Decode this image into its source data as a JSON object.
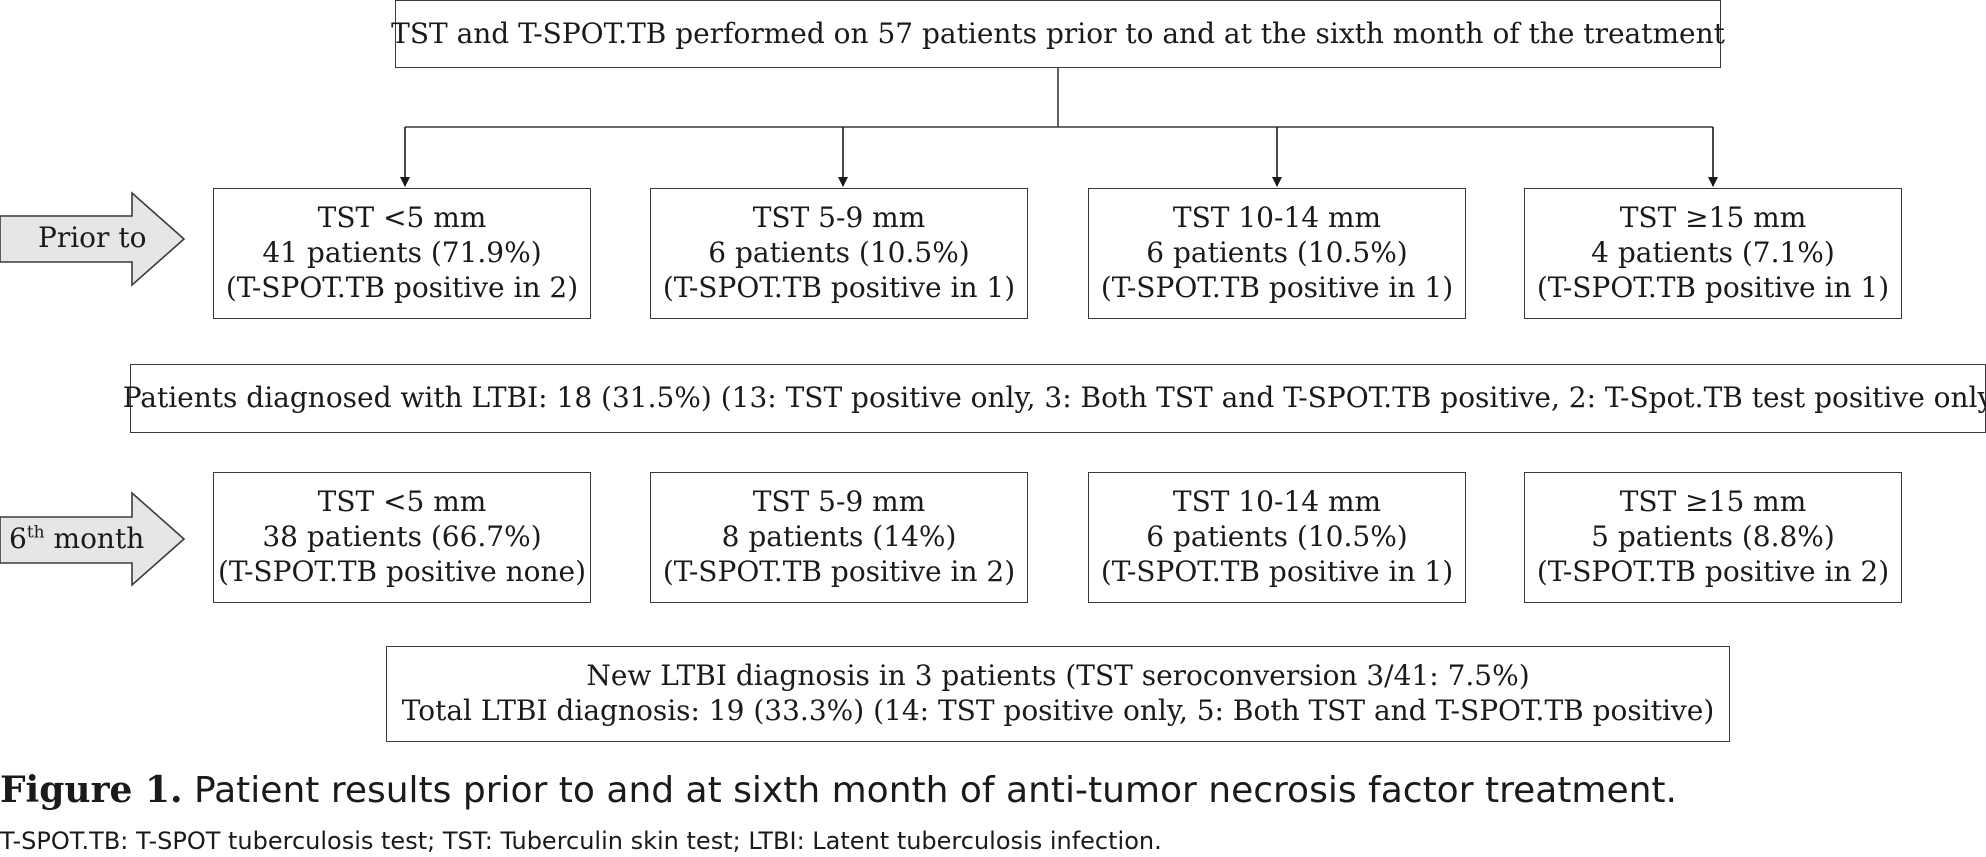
{
  "top_box": {
    "text": "TST and T-SPOT.TB performed on 57 patients prior to and at the sixth month of the treatment"
  },
  "prior_label": "Prior to",
  "sixth_label": {
    "ordinal": "6",
    "suffix": "th",
    "word": "month"
  },
  "prior_boxes": [
    {
      "range": "TST <5 mm",
      "patients": "41 patients (71.9%)",
      "tspot": "(T-SPOT.TB positive in 2)"
    },
    {
      "range": "TST 5-9 mm",
      "patients": "6 patients (10.5%)",
      "tspot": "(T-SPOT.TB positive in 1)"
    },
    {
      "range": "TST 10-14 mm",
      "patients": "6 patients (10.5%)",
      "tspot": "(T-SPOT.TB positive in 1)"
    },
    {
      "range": "TST ≥15 mm",
      "patients": "4 patients (7.1%)",
      "tspot": "(T-SPOT.TB positive in 1)"
    }
  ],
  "ltbi_box": {
    "text": "Patients diagnosed with LTBI: 18 (31.5%) (13: TST positive only, 3: Both TST and T-SPOT.TB positive, 2: T-Spot.TB test positive only"
  },
  "sixth_boxes": [
    {
      "range": "TST <5 mm",
      "patients": "38 patients (66.7%)",
      "tspot": "(T-SPOT.TB positive none)"
    },
    {
      "range": "TST 5-9 mm",
      "patients": "8 patients (14%)",
      "tspot": "(T-SPOT.TB positive in 2)"
    },
    {
      "range": "TST 10-14 mm",
      "patients": "6 patients (10.5%)",
      "tspot": "(T-SPOT.TB positive in 1)"
    },
    {
      "range": "TST ≥15 mm",
      "patients": "5 patients (8.8%)",
      "tspot": "(T-SPOT.TB positive in 2)"
    }
  ],
  "final_box": {
    "line1": "New LTBI diagnosis in 3 patients (TST seroconversion 3/41: 7.5%)",
    "line2": "Total LTBI diagnosis: 19 (33.3%) (14: TST positive only, 5: Both TST and T-SPOT.TB positive)"
  },
  "caption": {
    "label": "Figure 1.",
    "title": "Patient results prior to and at sixth month of anti-tumor necrosis factor treatment.",
    "note": "T-SPOT.TB: T-SPOT tuberculosis test; TST: Tuberculin skin test; LTBI: Latent tuberculosis infection."
  },
  "colors": {
    "stroke": "#3a3a3a",
    "arrow_fill": "#e6e6e6",
    "text": "#1a1a1a"
  }
}
